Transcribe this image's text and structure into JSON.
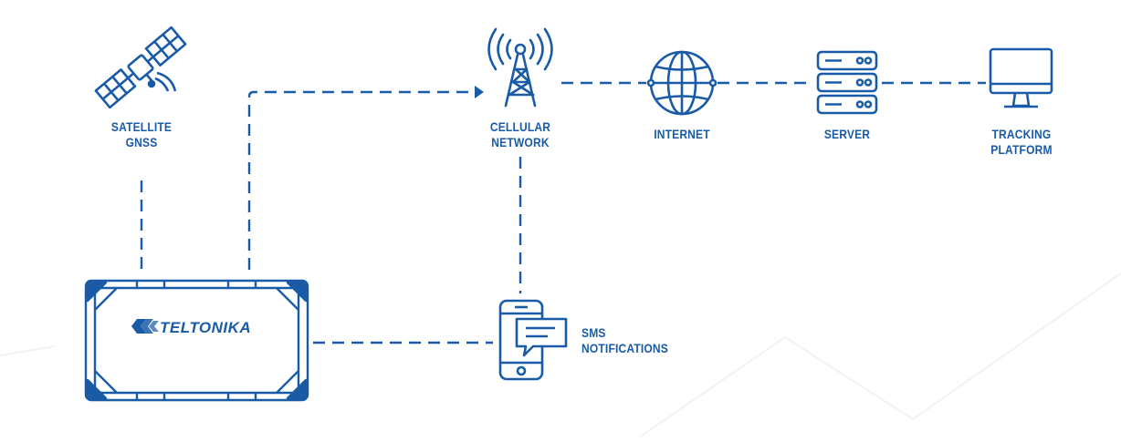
{
  "colors": {
    "primary": "#1a5ba8",
    "background": "#ffffff"
  },
  "nodes": {
    "satellite": {
      "icon": "satellite-icon",
      "line1": "SATELLITE",
      "line2": "GNSS"
    },
    "cellular": {
      "icon": "cell-tower-icon",
      "line1": "CELLULAR",
      "line2": "NETWORK"
    },
    "internet": {
      "icon": "globe-icon",
      "line1": "INTERNET"
    },
    "server": {
      "icon": "server-icon",
      "line1": "SERVER"
    },
    "tracking": {
      "icon": "monitor-icon",
      "line1": "TRACKING",
      "line2": "PLATFORM"
    },
    "sms": {
      "icon": "smartphone-message-icon",
      "line1": "SMS",
      "line2": "NOTIFICATIONS"
    },
    "device": {
      "icon": "tracker-device-icon",
      "brand": "TELTONIKA"
    }
  }
}
